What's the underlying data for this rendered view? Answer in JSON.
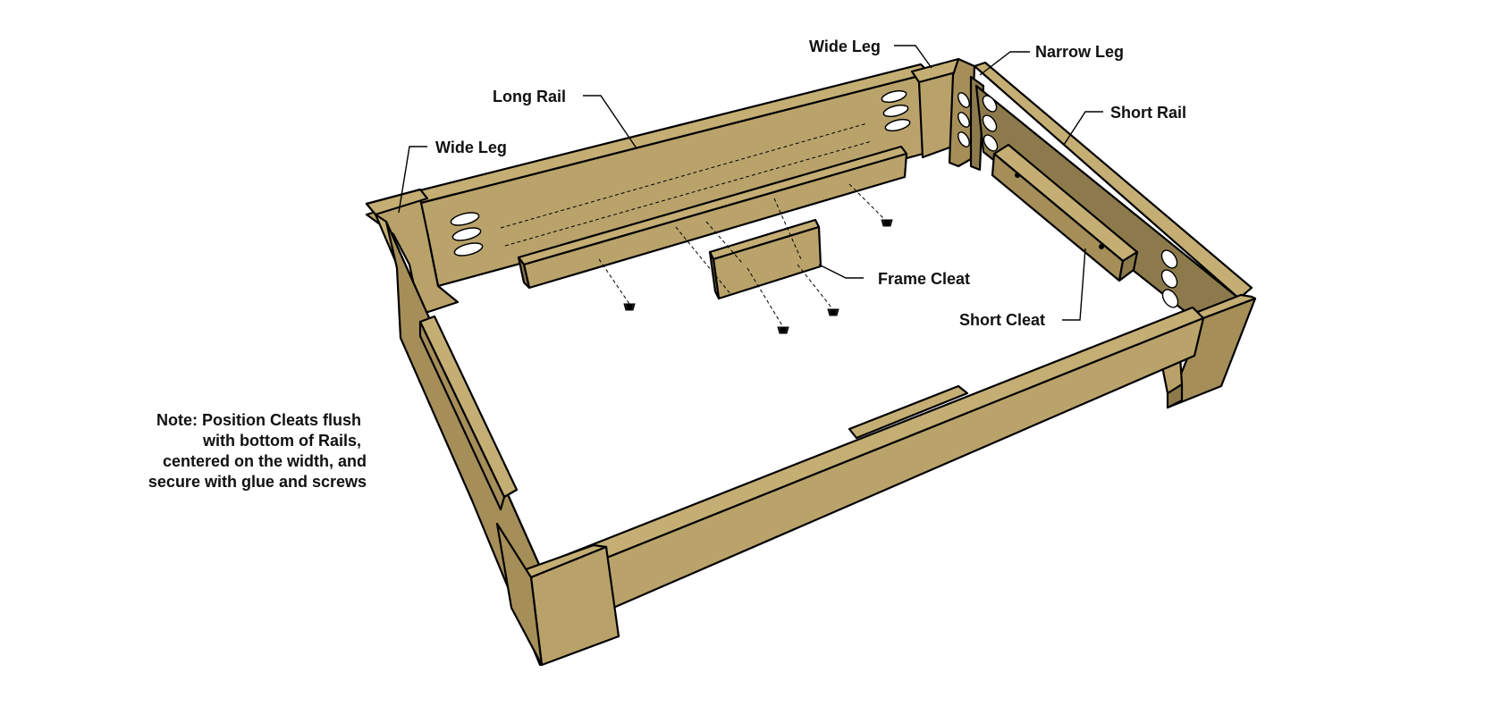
{
  "colors": {
    "wood_top": "#c2ac72",
    "wood_face": "#b9a26a",
    "wood_side": "#a58e58",
    "wood_dark": "#8c7a4c",
    "line": "#000000",
    "background": "#ffffff"
  },
  "labels": {
    "wide_leg_top": "Wide Leg",
    "narrow_leg": "Narrow Leg",
    "long_rail": "Long Rail",
    "short_rail": "Short Rail",
    "wide_leg_left": "Wide Leg",
    "frame_cleat": "Frame Cleat",
    "short_cleat": "Short Cleat"
  },
  "note": {
    "lines": [
      "Note: Position Cleats flush",
      "with bottom of Rails,",
      "centered on the width, and",
      "secure with glue and screws"
    ]
  }
}
